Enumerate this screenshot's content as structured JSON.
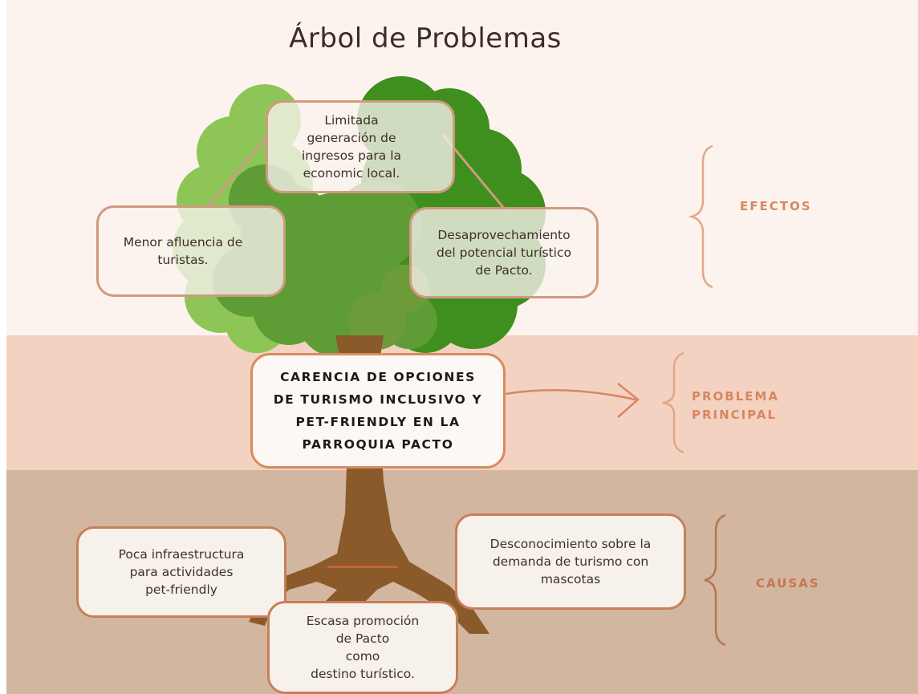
{
  "title": "Árbol de Problemas",
  "sections": {
    "effects": "EFECTOS",
    "problem": "PROBLEMA\nPRINCIPAL",
    "causes": "CAUSAS"
  },
  "effects": {
    "top": "Limitada\ngeneración de\ningresos para la\neconomic local.",
    "left": "Menor afluencia de\nturistas.",
    "right": "Desaprovechamiento\ndel potencial turístico\nde Pacto."
  },
  "main_problem": "CARENCIA DE OPCIONES\nDE TURISMO INCLUSIVO Y\nPET-FRIENDLY EN LA\nPARROQUIA PACTO",
  "causes": {
    "left": "Poca infraestructura\npara actividades\npet-friendly",
    "bottom": "Escasa promoción\nde Pacto\ncomo\ndestino turístico.",
    "right": "Desconocimiento sobre la\ndemanda de turismo con\nmascotas"
  },
  "colors": {
    "band_effects": "#fdf3ee",
    "band_problem": "#f3d2c2",
    "band_causes": "#d2b6a0",
    "accent": "#d6875f",
    "trunk": "#8b5a2b"
  }
}
